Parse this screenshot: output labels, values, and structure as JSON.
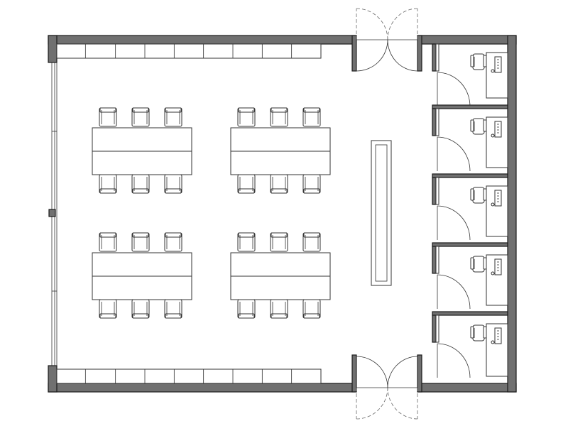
{
  "drawing": {
    "type": "floor-plan",
    "colors": {
      "wall": "#707070",
      "wall_edge": "#1a1a1a",
      "line": "#333333",
      "background": "#ffffff"
    },
    "rooms": {
      "training_room_count": 1,
      "office_count": 5
    },
    "table_groups": 4,
    "chairs_per_group": 6,
    "door_sets": 2,
    "icons": [
      "wall",
      "window",
      "double-door",
      "swing-door",
      "table",
      "chair",
      "office-chair",
      "workstation-desk",
      "whiteboard"
    ]
  }
}
